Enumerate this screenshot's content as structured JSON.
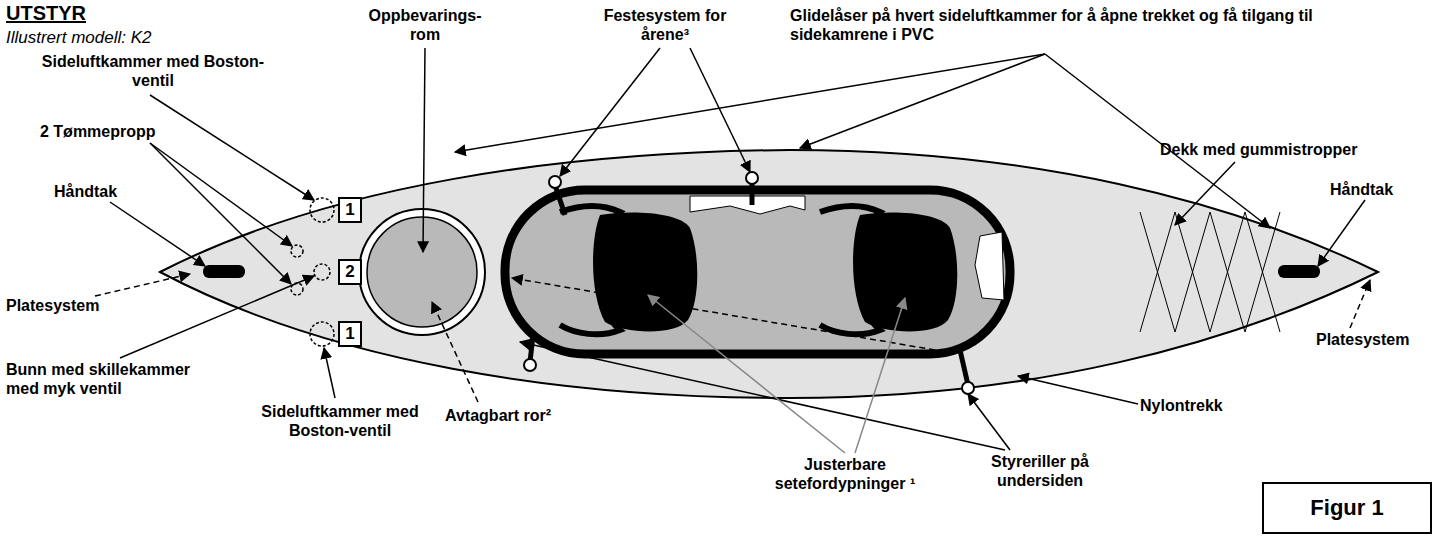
{
  "diagram": {
    "title": "UTSTYR",
    "nodes": [
      {
        "text": [
          "1"
        ]
      },
      {
        "text": [
          "2"
        ]
      },
      {
        "text": [
          "1"
        ]
      },
      {
        "text": [
          "Figur 1"
        ]
      }
    ],
    "labels": [
      "Illustrert modell: K2",
      "Oppbevarings-rom",
      "Festesystem for årene³",
      "Glidelåser på hvert sideluftkammer for å åpne trekket og få tilgang til sidekamrene i PVC",
      "Sideluftkammer med Boston-ventil",
      "2 Tømmepropp",
      "Håndtak",
      "Dekk med gummistropper",
      "Håndtak",
      "Platesystem",
      "Platesystem",
      "Bunn med skillekammer med myk ventil",
      "Sideluftkammer med Boston-ventil",
      "Avtagbart ror²",
      "Nylontrekk",
      "Justerbare setefordypninger ¹",
      "Styreriller på undersiden"
    ]
  }
}
